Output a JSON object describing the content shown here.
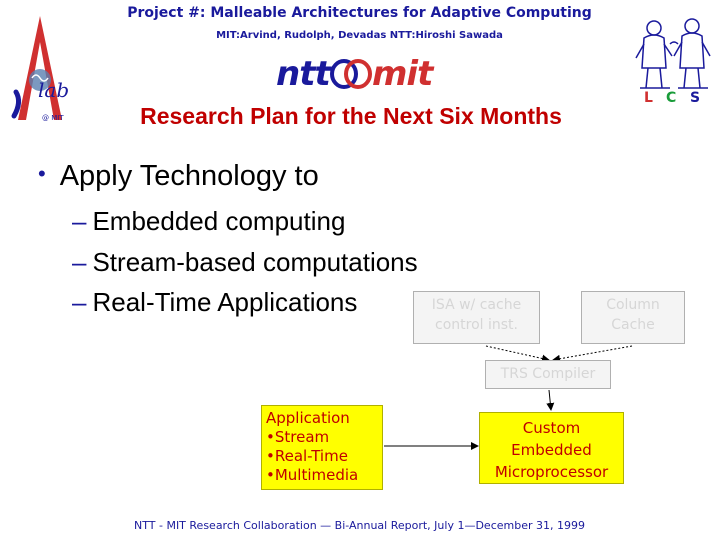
{
  "header": {
    "project_title": "Project #: Malleable Architectures for Adaptive Computing",
    "authors": "MIT:Arvind, Rudolph, Devadas  NTT:Hiroshi Sawada"
  },
  "logos": {
    "ilab_text": "lab",
    "ilab_sub": "@ MIT",
    "ntt_text": "ntt",
    "mit_text": "mit",
    "lcs_letters": [
      "L",
      "C",
      "S"
    ]
  },
  "slide": {
    "title": "Research Plan for the Next Six Months",
    "bullet": "Apply Technology to",
    "sub_bullets": [
      "Embedded computing",
      "Stream-based computations",
      "Real-Time Applications"
    ]
  },
  "diagram": {
    "isa_box": [
      "ISA  w/ cache",
      "control inst."
    ],
    "column_cache_box": [
      "Column",
      "Cache"
    ],
    "trs_compiler": "TRS Compiler",
    "application_box": {
      "title": "Application",
      "items": [
        "•Stream",
        "•Real-Time",
        "•Multimedia"
      ]
    },
    "custom_box": [
      "Custom",
      "Embedded",
      "Microprocessor"
    ]
  },
  "footer": "NTT - MIT Research Collaboration — Bi-Annual Report, July 1—December 31, 1999",
  "colors": {
    "navy": "#1a1a9c",
    "red": "#c00000",
    "yellow": "#ffff00"
  }
}
